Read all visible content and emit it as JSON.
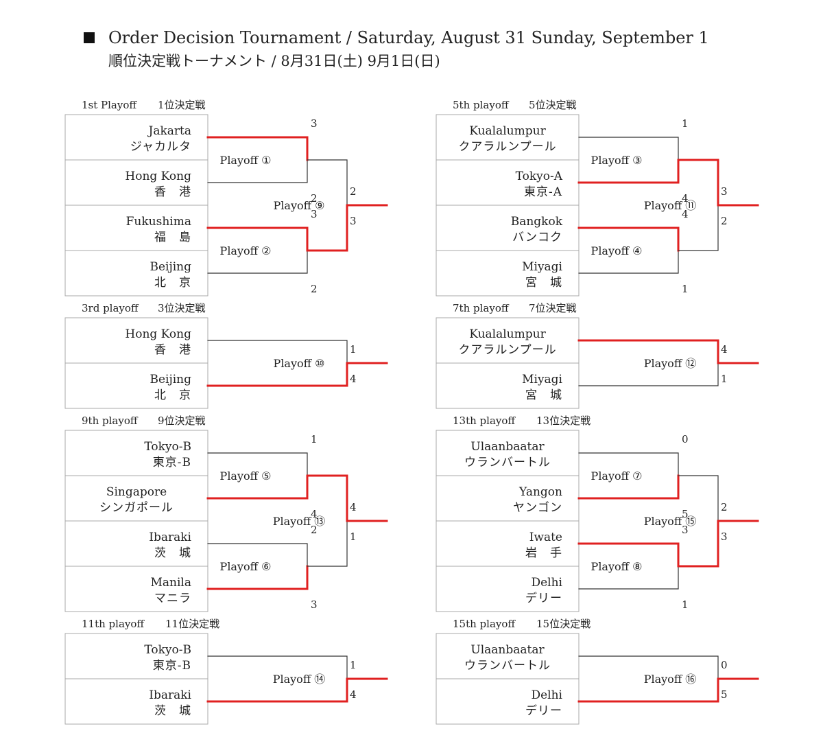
{
  "header": {
    "title_en": "Order Decision Tournament / Saturday, August 31 Sunday, September 1",
    "title_ja": "順位決定戦トーナメント / 8月31日(土) 9月1日(日)"
  },
  "colors": {
    "win_line": "#e02020",
    "lose_line": "#333333",
    "border": "#aaaaaa"
  },
  "sections": [
    {
      "id": "1st",
      "label_en": "1st Playoff",
      "label_ja": "1位決定戦",
      "type": "four",
      "teams": [
        {
          "en": "Jakarta",
          "ja": "ジャカルタ"
        },
        {
          "en": "Hong Kong",
          "ja": "香　港"
        },
        {
          "en": "Fukushima",
          "ja": "福　島"
        },
        {
          "en": "Beijing",
          "ja": "北　京"
        }
      ],
      "semis": [
        {
          "label": "Playoff ①",
          "scores": [
            "3",
            "2"
          ],
          "winner": 0
        },
        {
          "label": "Playoff ②",
          "scores": [
            "3",
            "2"
          ],
          "winner": 0
        }
      ],
      "final": {
        "label": "Playoff ⑨",
        "scores": [
          "2",
          "3"
        ],
        "winner": 1
      }
    },
    {
      "id": "5th",
      "label_en": "5th playoff",
      "label_ja": "5位決定戦",
      "type": "four",
      "teams": [
        {
          "en": "Kualalumpur",
          "ja": "クアラルンプール"
        },
        {
          "en": "Tokyo-A",
          "ja": "東京-A"
        },
        {
          "en": "Bangkok",
          "ja": "バンコク"
        },
        {
          "en": "Miyagi",
          "ja": "宮　城"
        }
      ],
      "semis": [
        {
          "label": "Playoff ③",
          "scores": [
            "1",
            "4"
          ],
          "winner": 1
        },
        {
          "label": "Playoff ④",
          "scores": [
            "4",
            "1"
          ],
          "winner": 0
        }
      ],
      "final": {
        "label": "Playoff ⑪",
        "scores": [
          "3",
          "2"
        ],
        "winner": 0
      }
    },
    {
      "id": "3rd",
      "label_en": "3rd playoff",
      "label_ja": "3位決定戦",
      "type": "two",
      "teams": [
        {
          "en": "Hong Kong",
          "ja": "香　港"
        },
        {
          "en": "Beijing",
          "ja": "北　京"
        }
      ],
      "match": {
        "label": "Playoff ⑩",
        "scores": [
          "1",
          "4"
        ],
        "winner": 1
      }
    },
    {
      "id": "7th",
      "label_en": "7th playoff",
      "label_ja": "7位決定戦",
      "type": "two",
      "teams": [
        {
          "en": "Kualalumpur",
          "ja": "クアラルンプール"
        },
        {
          "en": "Miyagi",
          "ja": "宮　城"
        }
      ],
      "match": {
        "label": "Playoff ⑫",
        "scores": [
          "4",
          "1"
        ],
        "winner": 0
      }
    },
    {
      "id": "9th",
      "label_en": "9th playoff",
      "label_ja": "9位決定戦",
      "type": "four",
      "teams": [
        {
          "en": "Tokyo-B",
          "ja": "東京-B"
        },
        {
          "en": "Singapore",
          "ja": "シンガポール"
        },
        {
          "en": "Ibaraki",
          "ja": "茨　城"
        },
        {
          "en": "Manila",
          "ja": "マニラ"
        }
      ],
      "semis": [
        {
          "label": "Playoff ⑤",
          "scores": [
            "1",
            "4"
          ],
          "winner": 1
        },
        {
          "label": "Playoff ⑥",
          "scores": [
            "2",
            "3"
          ],
          "winner": 1
        }
      ],
      "final": {
        "label": "Playoff ⑬",
        "scores": [
          "4",
          "1"
        ],
        "winner": 0
      }
    },
    {
      "id": "13th",
      "label_en": "13th playoff",
      "label_ja": "13位決定戦",
      "type": "four",
      "teams": [
        {
          "en": "Ulaanbaatar",
          "ja": "ウランバートル"
        },
        {
          "en": "Yangon",
          "ja": "ヤンゴン"
        },
        {
          "en": "Iwate",
          "ja": "岩　手"
        },
        {
          "en": "Delhi",
          "ja": "デリー"
        }
      ],
      "semis": [
        {
          "label": "Playoff ⑦",
          "scores": [
            "0",
            "5"
          ],
          "winner": 1
        },
        {
          "label": "Playoff ⑧",
          "scores": [
            "3",
            "1"
          ],
          "winner": 0
        }
      ],
      "final": {
        "label": "Playoff ⑮",
        "scores": [
          "2",
          "3"
        ],
        "winner": 1
      }
    },
    {
      "id": "11th",
      "label_en": "11th playoff",
      "label_ja": "11位決定戦",
      "type": "two",
      "teams": [
        {
          "en": "Tokyo-B",
          "ja": "東京-B"
        },
        {
          "en": "Ibaraki",
          "ja": "茨　城"
        }
      ],
      "match": {
        "label": "Playoff ⑭",
        "scores": [
          "1",
          "4"
        ],
        "winner": 1
      }
    },
    {
      "id": "15th",
      "label_en": "15th playoff",
      "label_ja": "15位決定戦",
      "type": "two",
      "teams": [
        {
          "en": "Ulaanbaatar",
          "ja": "ウランバートル"
        },
        {
          "en": "Delhi",
          "ja": "デリー"
        }
      ],
      "match": {
        "label": "Playoff ⑯",
        "scores": [
          "0",
          "5"
        ],
        "winner": 1
      }
    }
  ]
}
